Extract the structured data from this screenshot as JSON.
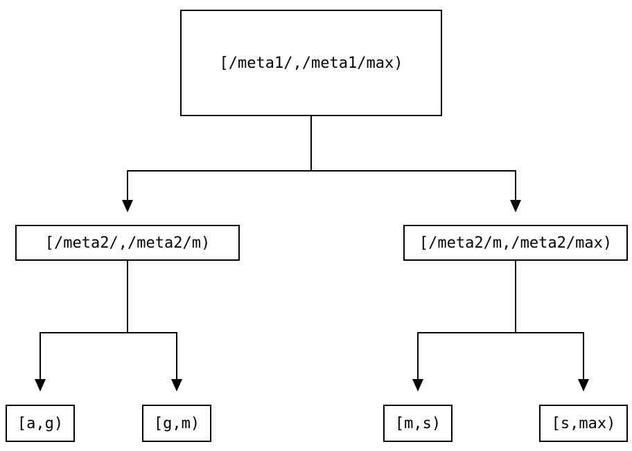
{
  "diagram": {
    "type": "tree",
    "colors": {
      "background": "#ffffff",
      "line": "#000000",
      "text": "#000000"
    },
    "nodes": {
      "root": {
        "label": "[/meta1/,/meta1/max)"
      },
      "meta2_low": {
        "label": "[/meta2/,/meta2/m)"
      },
      "meta2_high": {
        "label": "[/meta2/m,/meta2/max)"
      },
      "leaf_a_g": {
        "label": "[a,g)"
      },
      "leaf_g_m": {
        "label": "[g,m)"
      },
      "leaf_m_s": {
        "label": "[m,s)"
      },
      "leaf_s_max": {
        "label": "[s,max)"
      }
    },
    "edges": [
      {
        "from": "root",
        "to": "meta2_low"
      },
      {
        "from": "root",
        "to": "meta2_high"
      },
      {
        "from": "meta2_low",
        "to": "leaf_a_g"
      },
      {
        "from": "meta2_low",
        "to": "leaf_g_m"
      },
      {
        "from": "meta2_high",
        "to": "leaf_m_s"
      },
      {
        "from": "meta2_high",
        "to": "leaf_s_max"
      }
    ]
  }
}
